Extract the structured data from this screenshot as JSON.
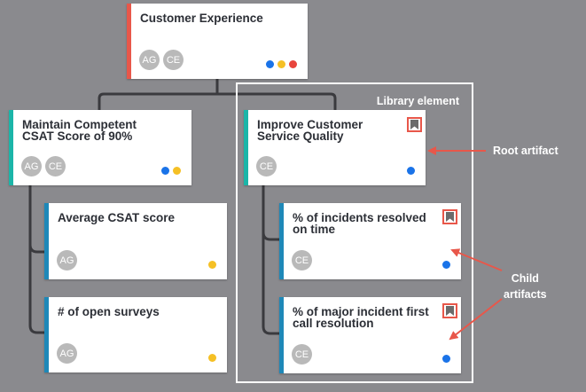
{
  "colors": {
    "background": "#8a8a8e",
    "root_bar": "#e8574a",
    "teal_bar": "#1bb5a8",
    "blue_bar": "#1e88b8",
    "highlight_red": "#e8574a",
    "dot_blue": "#1a73e8",
    "dot_yellow": "#f5c025",
    "dot_red": "#e8453c"
  },
  "cards": {
    "root": {
      "title": "Customer Experience",
      "avatars": [
        "AG",
        "CE"
      ],
      "dots": [
        "blue",
        "yellow",
        "red"
      ]
    },
    "csat": {
      "title": "Maintain Competent CSAT Score of 90%",
      "avatars": [
        "AG",
        "CE"
      ],
      "dots": [
        "blue",
        "yellow"
      ]
    },
    "avg_csat": {
      "title": "Average CSAT score",
      "avatars": [
        "AG"
      ],
      "dots": [
        "yellow"
      ]
    },
    "open_surveys": {
      "title": "# of open surveys",
      "avatars": [
        "AG"
      ],
      "dots": [
        "yellow"
      ]
    },
    "improve": {
      "title": "Improve Customer Service Quality",
      "avatars": [
        "CE"
      ],
      "dots": [
        "blue"
      ],
      "bookmark_icon": "bookmark-icon"
    },
    "incidents": {
      "title": "% of incidents resolved on time",
      "avatars": [
        "CE"
      ],
      "dots": [
        "blue"
      ],
      "bookmark_icon": "bookmark-icon"
    },
    "first_call": {
      "title": "% of major incident first call resolution",
      "avatars": [
        "CE"
      ],
      "dots": [
        "blue"
      ],
      "bookmark_icon": "bookmark-icon"
    }
  },
  "library": {
    "label": "Library element"
  },
  "annotations": {
    "root_artifact": "Root artifact",
    "child_artifacts_line1": "Child",
    "child_artifacts_line2": "artifacts"
  }
}
